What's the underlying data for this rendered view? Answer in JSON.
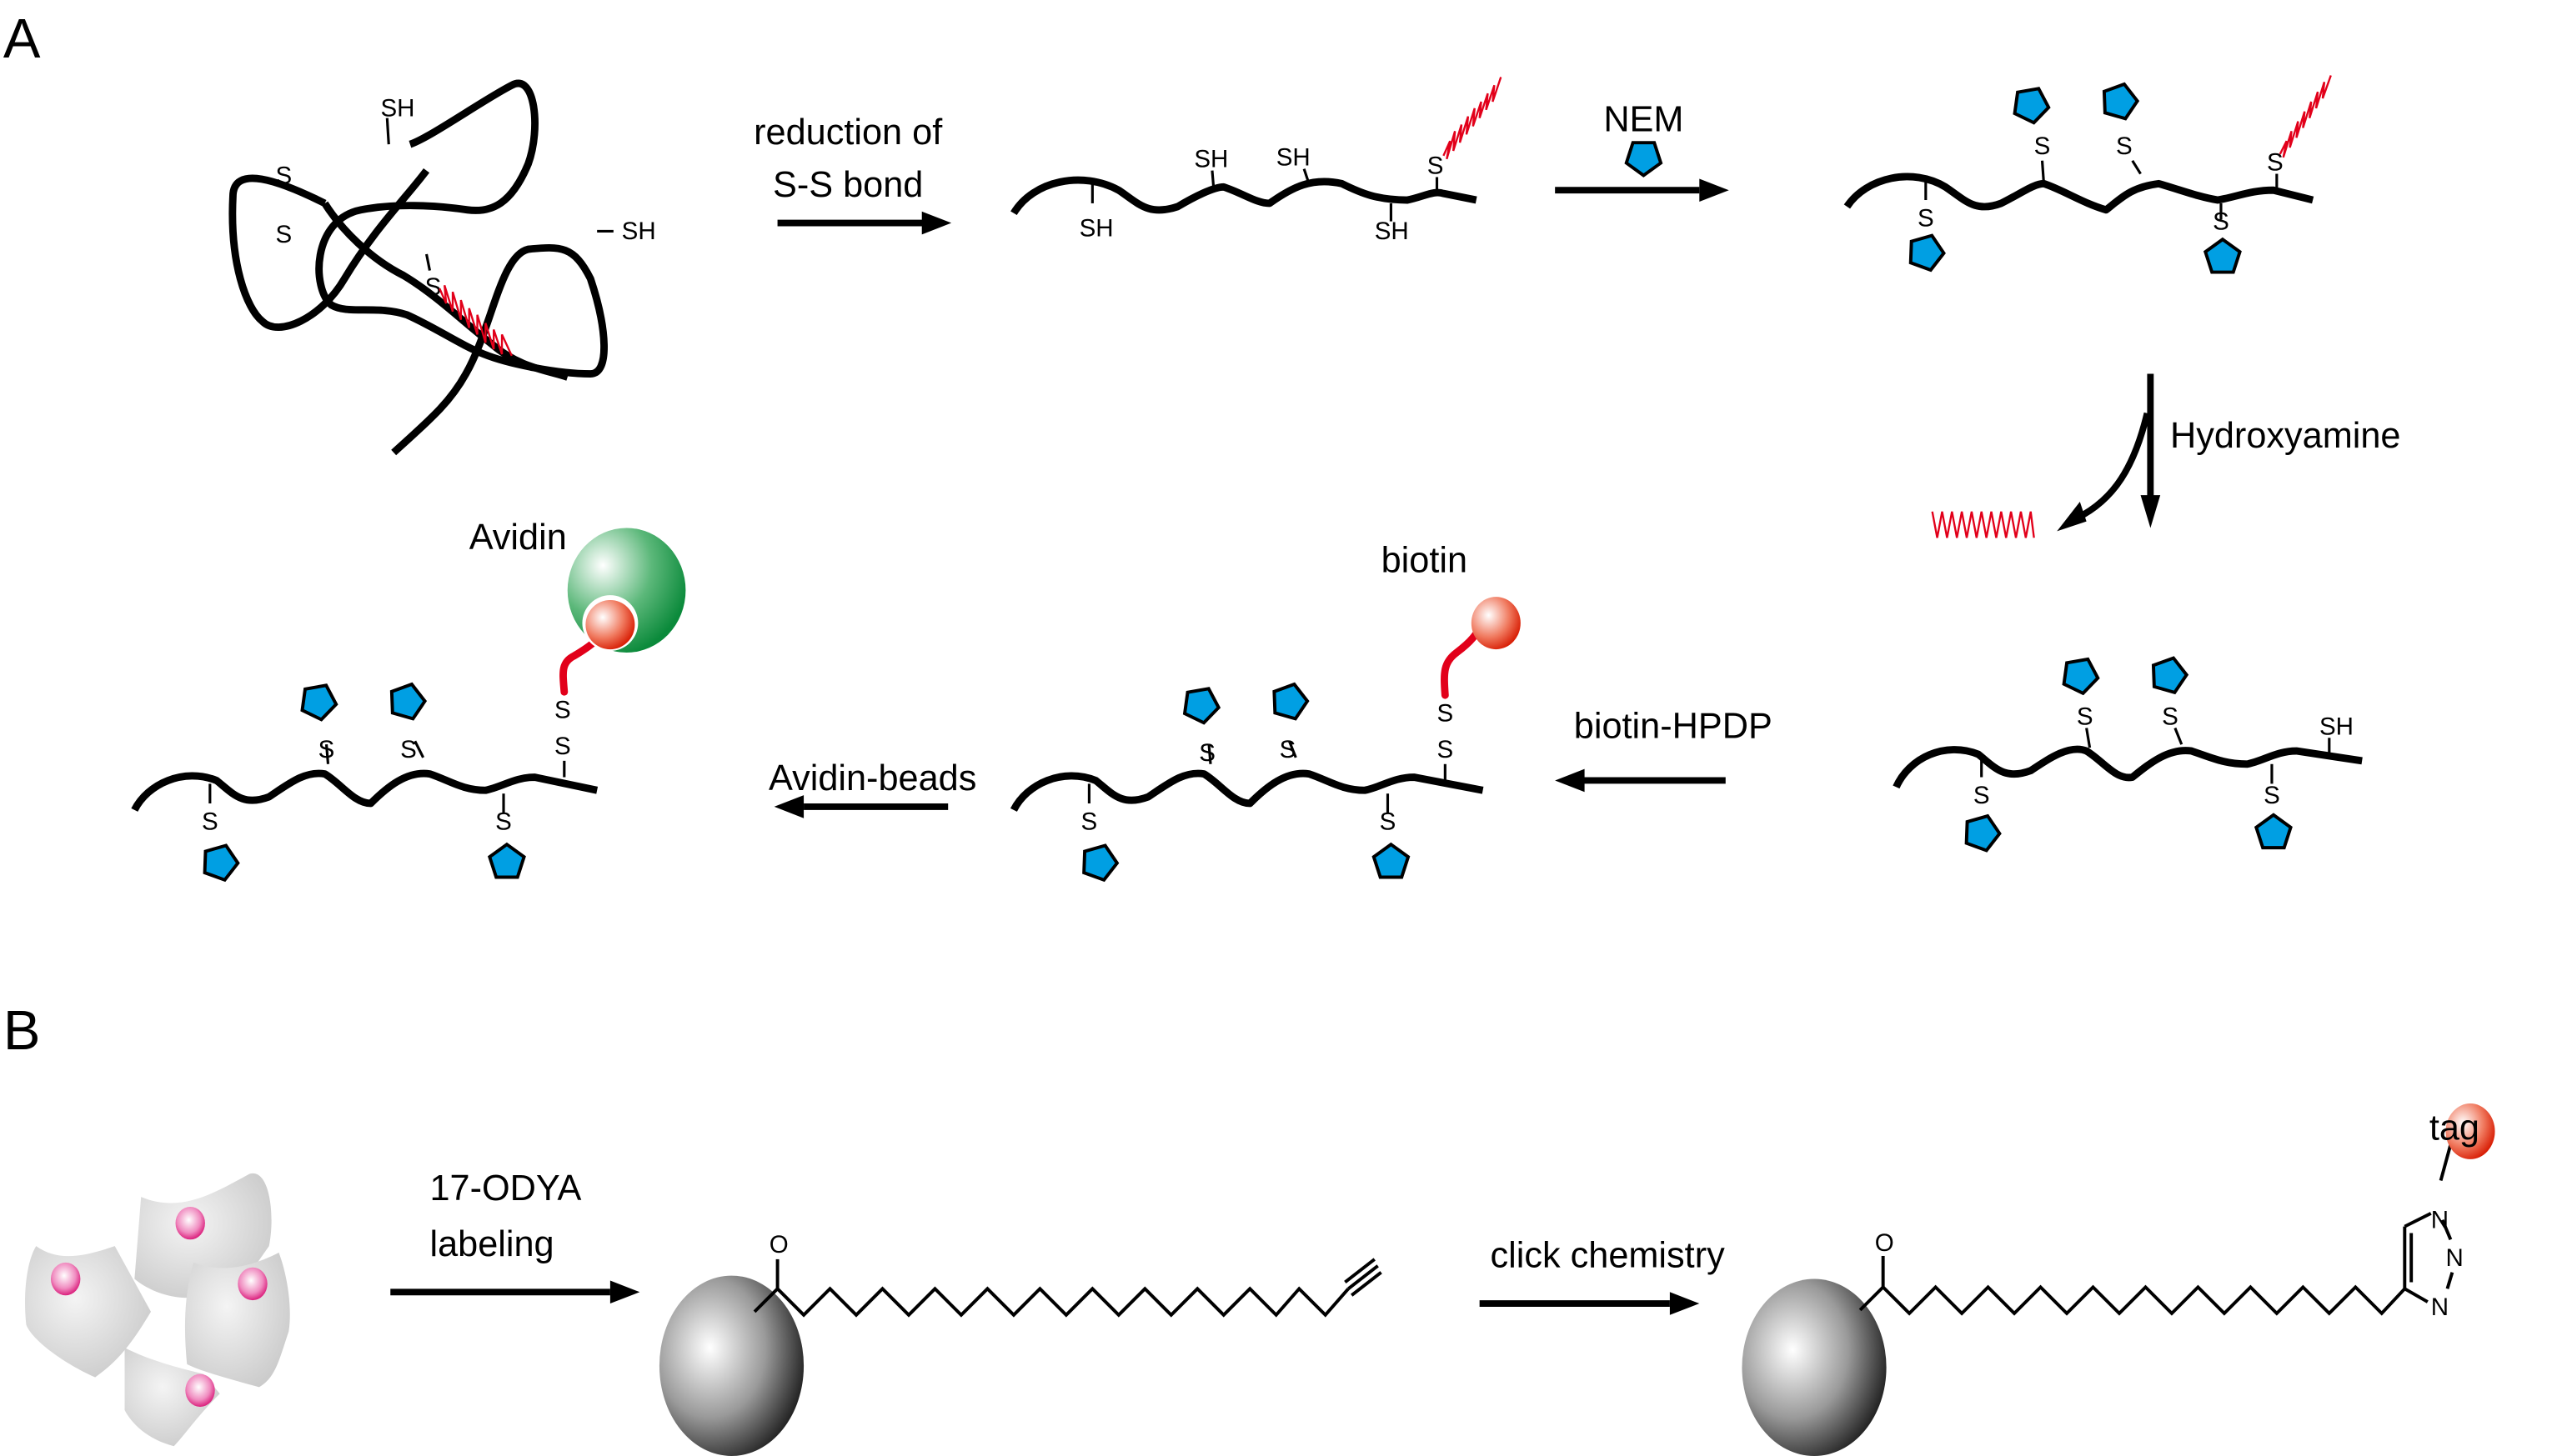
{
  "panels": {
    "a": {
      "label": "A",
      "initial_protein": {
        "sh_top": "SH",
        "sh_right": "SH",
        "disulfide_s1": "S",
        "disulfide_s2": "S",
        "palmitoyl_s": "S"
      },
      "step1": {
        "label_line1": "reduction of",
        "label_line2": "S-S bond"
      },
      "reduced_protein": {
        "sh_labels": [
          "SH",
          "SH",
          "SH",
          "SH"
        ],
        "palmitoyl_s": "S"
      },
      "step2": {
        "label": "NEM"
      },
      "nem_protein": {
        "s_labels": [
          "S",
          "S",
          "S",
          "S",
          "S"
        ]
      },
      "step3": {
        "label": "Hydroxyamine"
      },
      "free_protein": {
        "s_labels": [
          "S",
          "S",
          "S",
          "S"
        ],
        "sh_label": "SH"
      },
      "step4": {
        "label": "biotin-HPDP"
      },
      "biotin_protein": {
        "biotin_label": "biotin",
        "s_labels": [
          "S",
          "S",
          "S",
          "S",
          "S",
          "S"
        ]
      },
      "step5": {
        "label": "Avidin-beads"
      },
      "avidin_protein": {
        "avidin_label": "Avidin",
        "s_labels": [
          "S",
          "S",
          "S",
          "S",
          "S",
          "S"
        ]
      }
    },
    "b": {
      "label": "B",
      "step1": {
        "label_line1": "17-ODYA",
        "label_line2": "labeling"
      },
      "odya_protein": {
        "carbonyl_o": "O"
      },
      "step2": {
        "label": "click chemistry"
      },
      "clicked_protein": {
        "carbonyl_o": "O",
        "n_labels": [
          "N",
          "N",
          "N"
        ],
        "tag_label": "tag"
      }
    }
  },
  "colors": {
    "nem_blue": "#009fe3",
    "palmitate_red": "#e2001a",
    "avidin_green": "#1d9a4a",
    "biotin_red": "#e8331c",
    "cell_gray": "#d2d2d2",
    "nucleus_pink": "#e0157a"
  }
}
